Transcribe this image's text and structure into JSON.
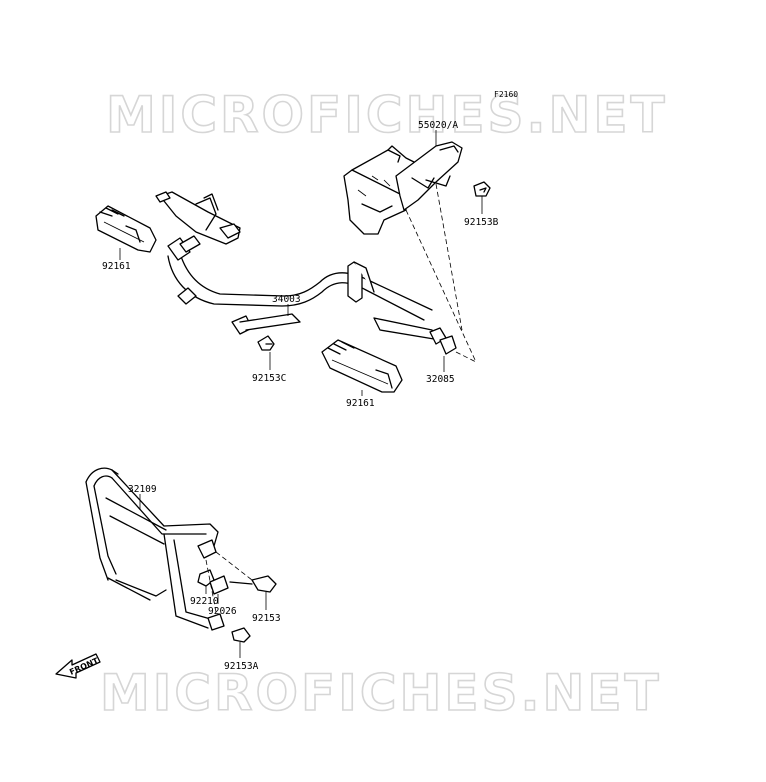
{
  "figure_code": "F2160",
  "watermark": "MICROFICHES.NET",
  "front_label": "FRONT",
  "parts": {
    "p55020a": "55020/A",
    "p92153b": "92153B",
    "p92161_left": "92161",
    "p34003": "34003",
    "p92153c": "92153C",
    "p32085": "32085",
    "p92161_center": "92161",
    "p32109": "32109",
    "p92210": "92210",
    "p92026": "92026",
    "p92153": "92153",
    "p92153a": "92153A"
  }
}
